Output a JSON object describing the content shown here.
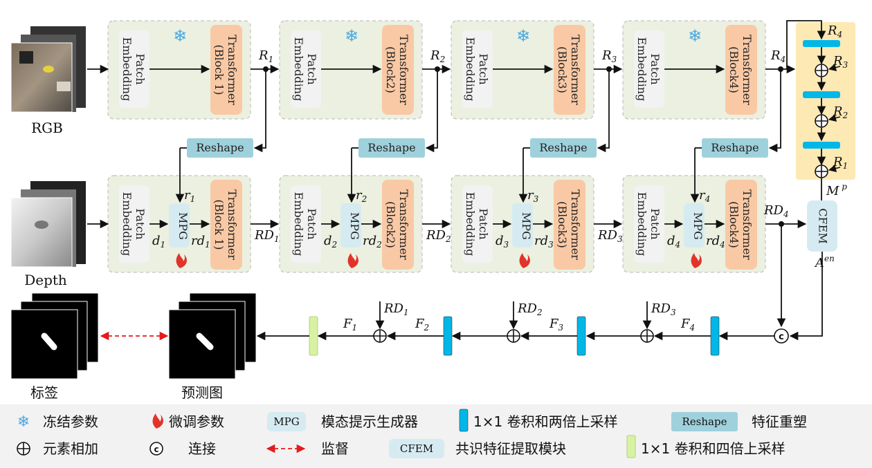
{
  "encoder": {
    "patch_embedding": "Patch Embedding",
    "rgb_blocks": [
      "Transformer (Block 1)",
      "Transformer (Block2)",
      "Transformer (Block3)",
      "Transformer (Block4)"
    ],
    "depth_blocks": [
      "Transformer (Block 1)",
      "Transformer (Block2)",
      "Transformer (Block3)",
      "Transformer (Block4)"
    ],
    "mpg": "MPG",
    "reshape": "Reshape",
    "cfem": "CFEM"
  },
  "inputs": {
    "rgb": "RGB",
    "depth": "Depth"
  },
  "outputs": {
    "label": "标签",
    "prediction": "预测图"
  },
  "symbols": {
    "R": [
      "R1",
      "R2",
      "R3",
      "R4"
    ],
    "r": [
      "r1",
      "r2",
      "r3",
      "r4"
    ],
    "d": [
      "d1",
      "d2",
      "d3",
      "d4"
    ],
    "rd": [
      "rd1",
      "rd2",
      "rd3",
      "rd4"
    ],
    "RD": [
      "RD1",
      "RD2",
      "RD3",
      "RD4"
    ],
    "F": [
      "F1",
      "F2",
      "F3",
      "F4"
    ],
    "Mp": "M p",
    "Aen": "A en"
  },
  "legend": {
    "frozen": "冻结参数",
    "finetune": "微调参数",
    "mpg_tag": "MPG",
    "mpg_desc": "模态提示生成器",
    "conv2x": "1×1 卷积和两倍上采样",
    "reshape_tag": "Reshape",
    "reshape_desc": "特征重塑",
    "add": "元素相加",
    "concat": "连接",
    "supervise": "监督",
    "cfem_tag": "CFEM",
    "cfem_desc": "共识特征提取模块",
    "conv4x": "1×1 卷积和四倍上采样"
  },
  "colors": {
    "stage_bg": "#ebf0e0",
    "transformer": "#f9c9a5",
    "reshape": "#9fd1dc",
    "mpg": "#d6ebf1",
    "conv_blue": "#00b7e8",
    "conv_green": "#d7f2a3",
    "fusion_bg": "#fde9b4",
    "supervise": "#e41a1c"
  }
}
